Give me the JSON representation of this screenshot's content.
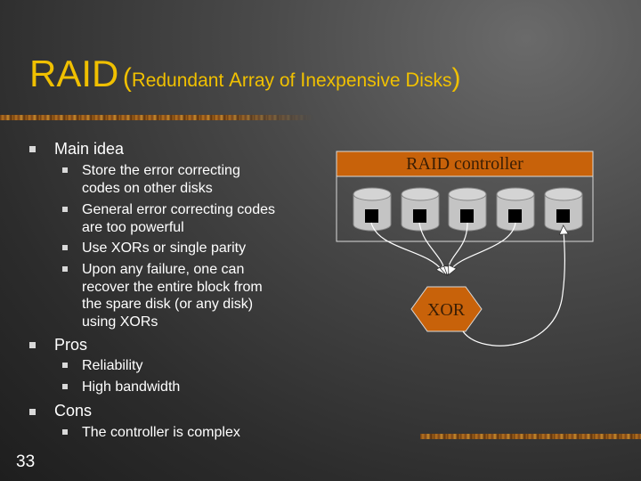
{
  "title": {
    "main": "RAID",
    "open_paren": "(",
    "close_paren": ")",
    "w1_cap": "R",
    "w1_rest": "edundant ",
    "w2_cap": "A",
    "w2_rest": "rray of ",
    "w3_cap": "I",
    "w3_rest": "nexpensive ",
    "w4_cap": "D",
    "w4_rest": "isks"
  },
  "bullets": {
    "main_idea": "Main idea",
    "main_idea_items": [
      [
        "Store the error correcting",
        "codes on other disks"
      ],
      [
        "General error correcting codes",
        "are too powerful"
      ],
      [
        "Use XORs or single parity"
      ],
      [
        "Upon any failure, one can",
        "recover the entire block from",
        "the spare disk (or any disk)",
        "using XORs"
      ]
    ],
    "pros": "Pros",
    "pros_items": [
      "Reliability",
      "High bandwidth"
    ],
    "cons": "Cons",
    "cons_items": [
      "The controller is complex"
    ]
  },
  "diagram": {
    "controller_label": "RAID controller",
    "xor_label": "XOR",
    "disk_count": 5,
    "colors": {
      "controller_fill": "#c8620a",
      "xor_fill": "#c8620a",
      "label_text": "#3a1e05",
      "disk_fill": "#c4c4c4",
      "disk_block": "#000000"
    }
  },
  "page_number": "33",
  "colors": {
    "title": "#f0c000",
    "text": "#ffffff",
    "bullet": "#d9d9d9"
  }
}
